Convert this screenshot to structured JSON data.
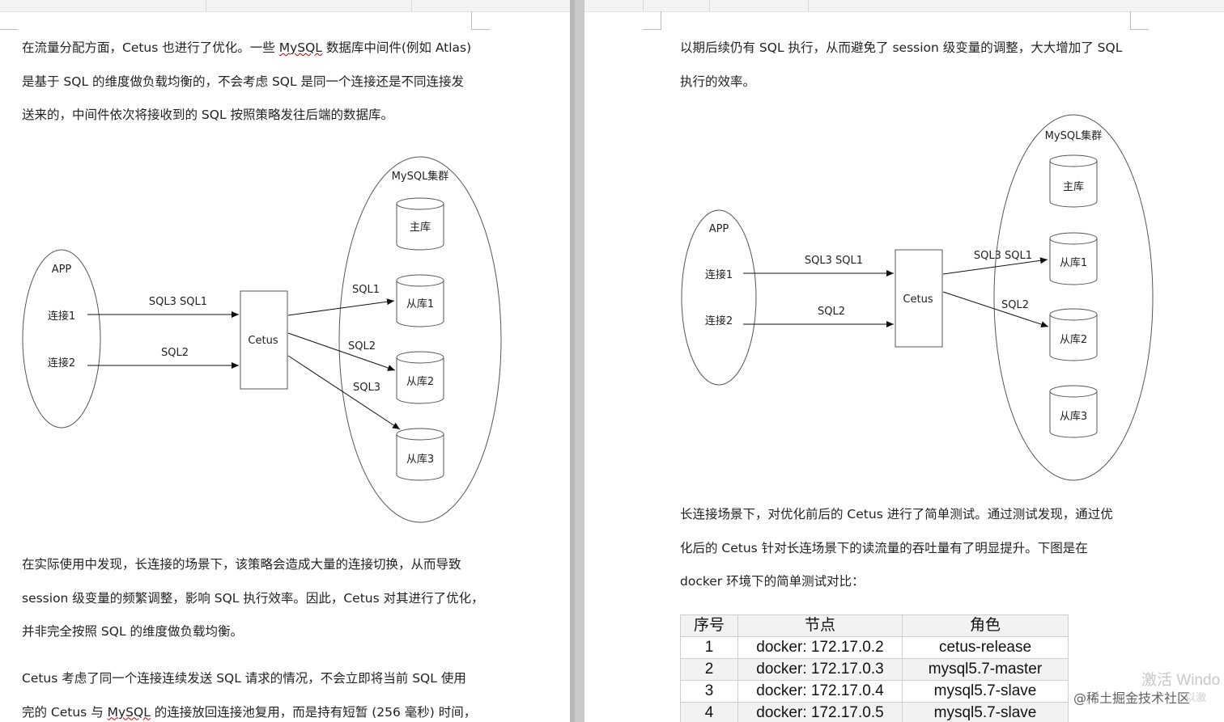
{
  "left_page": {
    "para1": [
      "在流量分配方面，Cetus 也进行了优化。一些 ",
      "MySQL",
      " 数据库中间件(例如 Atlas)",
      "是基于 SQL 的维度做负载均衡的，不会考虑 SQL 是同一个连接还是不同连接发",
      "送来的，中间件依次将接收到的 SQL 按照策略发往后端的数据库。"
    ],
    "para2": [
      "在实际使用中发现，长连接的场景下，该策略会造成大量的连接切换，从而导致",
      "session 级变量的频繁调整，影响 SQL 执行效率。因此，Cetus 对其进行了优化，",
      "并非完全按照 SQL 的维度做负载均衡。"
    ],
    "para3": [
      "Cetus 考虑了同一个连接连续发送 SQL 请求的情况，不会立即将当前 SQL 使用",
      "完的 Cetus 与 ",
      "MySQL",
      " 的连接放回连接池复用，而是持有短暂 (256 毫秒) 时间，"
    ],
    "diagram": {
      "cluster_label": "MySQL集群",
      "app_label": "APP",
      "conn1": "连接1",
      "conn2": "连接2",
      "middleware": "Cetus",
      "conn1_sql": "SQL3   SQL1",
      "conn2_sql": "SQL2",
      "master": "主库",
      "slave1": "从库1",
      "slave2": "从库2",
      "slave3": "从库3",
      "route1": "SQL1",
      "route2": "SQL2",
      "route3": "SQL3"
    }
  },
  "right_page": {
    "para1": [
      "以期后续仍有 SQL 执行，从而避免了 session 级变量的调整，大大增加了 SQL",
      "执行的效率。"
    ],
    "diagram": {
      "cluster_label": "MySQL集群",
      "app_label": "APP",
      "conn1": "连接1",
      "conn2": "连接2",
      "middleware": "Cetus",
      "conn1_sql": "SQL3   SQL1",
      "conn2_sql": "SQL2",
      "master": "主库",
      "slave1": "从库1",
      "slave2": "从库2",
      "slave3": "从库3",
      "route1": "SQL3  SQL1",
      "route2": "SQL2"
    },
    "para2": [
      "长连接场景下，对优化前后的 Cetus 进行了简单测试。通过测试发现，通过优",
      "化后的 Cetus 针对长连场景下的读流量的吞吐量有了明显提升。下图是在",
      "docker 环境下的简单测试对比："
    ],
    "table": {
      "headers": [
        "序号",
        "节点",
        "角色"
      ],
      "rows": [
        [
          "1",
          "docker: 172.17.0.2",
          "cetus-release"
        ],
        [
          "2",
          "docker: 172.17.0.3",
          "mysql5.7-master"
        ],
        [
          "3",
          "docker: 172.17.0.4",
          "mysql5.7-slave"
        ],
        [
          "4",
          "docker: 172.17.0.5",
          "mysql5.7-slave"
        ]
      ]
    },
    "watermark_windows": "激活 Windo",
    "watermark_site": "@稀土掘金技术社区",
    "watermark_sub": "以激"
  }
}
